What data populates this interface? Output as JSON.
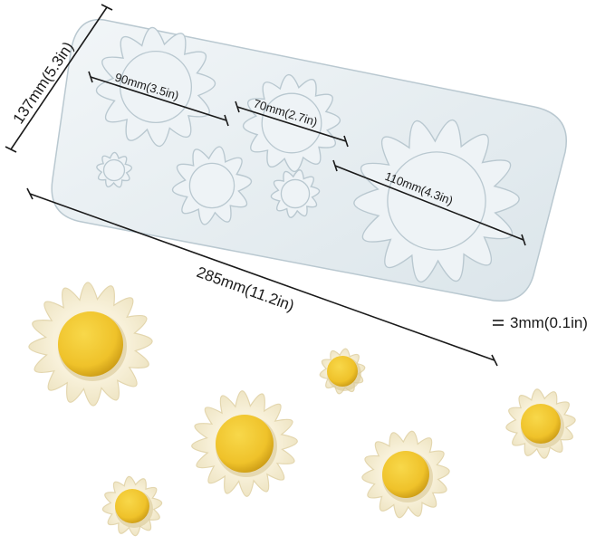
{
  "image": {
    "subject": "silicone-daisy-flower-mold-product-photo"
  },
  "dimensions": {
    "height_label": "137mm(5.3in)",
    "width_label": "285mm(11.2in)",
    "thickness_label": "3mm(0.1in)",
    "cavity_large_label": "110mm(4.3in)",
    "cavity_medium_label": "90mm(3.5in)",
    "cavity_small_label": "70mm(2.7in)"
  },
  "colors": {
    "mold": "#e6eef2",
    "mold_edge": "#b9c8d0",
    "petal": "#f6eed3",
    "petal_shade": "#e3d6ae",
    "center": "#f0c62c",
    "center_shade": "#c89a12",
    "line": "#1a1a1a"
  }
}
